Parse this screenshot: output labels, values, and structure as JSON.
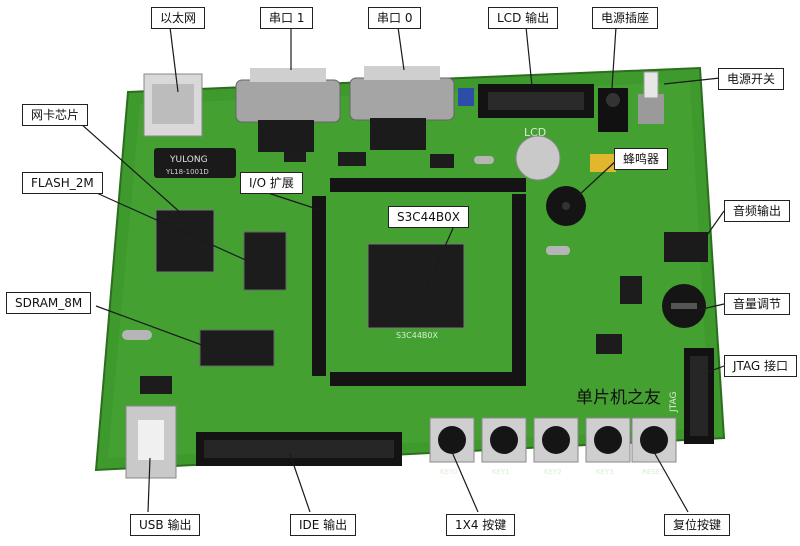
{
  "callouts": {
    "ethernet": "以太网",
    "uart1": "串口 1",
    "uart0": "串口 0",
    "lcd_out": "LCD 输出",
    "power_socket": "电源插座",
    "power_switch": "电源开关",
    "nic_chip": "网卡芯片",
    "flash": "FLASH_2M",
    "io_expansion": "I/O 扩展",
    "cpu": "S3C44B0X",
    "buzzer": "蜂鸣器",
    "audio_out": "音频输出",
    "volume": "音量调节",
    "sdram": "SDRAM_8M",
    "jtag": "JTAG 接口",
    "usb_out": "USB 输出",
    "ide_out": "IDE 输出",
    "keys": "1X4 按键",
    "reset_key": "复位按键"
  },
  "watermark": "单片机之友",
  "board_silkscreen": {
    "jtag": "JTAG",
    "chip_text": "S3C44B0X",
    "lcd": "LCD",
    "transformer_brand": "YULONG",
    "transformer_part": "YL18-1001D",
    "key_labels": [
      "KEY0",
      "KEY1",
      "KEY2",
      "KEY3",
      "RESET"
    ]
  },
  "colors": {
    "pcb": "#3f9a2e",
    "pcb_dark": "#2c7a22",
    "chip": "#1c1c1c",
    "header": "#151515",
    "metal": "#b8b8b8"
  }
}
